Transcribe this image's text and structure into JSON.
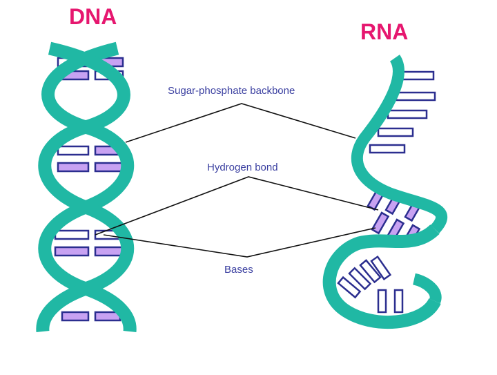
{
  "titles": {
    "dna": "DNA",
    "rna": "RNA"
  },
  "labels": {
    "backbone": "Sugar-phosphate backbone",
    "hydrogen_bond": "Hydrogen bond",
    "bases": "Bases"
  },
  "colors": {
    "title": "#e6176f",
    "backbone": "#20b8a4",
    "base_fill_light": "#c8a2f2",
    "base_outline": "#2b2e8f",
    "base_fill_white": "#ffffff",
    "label_text": "#3a3fa0",
    "pointer_line": "#111111"
  }
}
